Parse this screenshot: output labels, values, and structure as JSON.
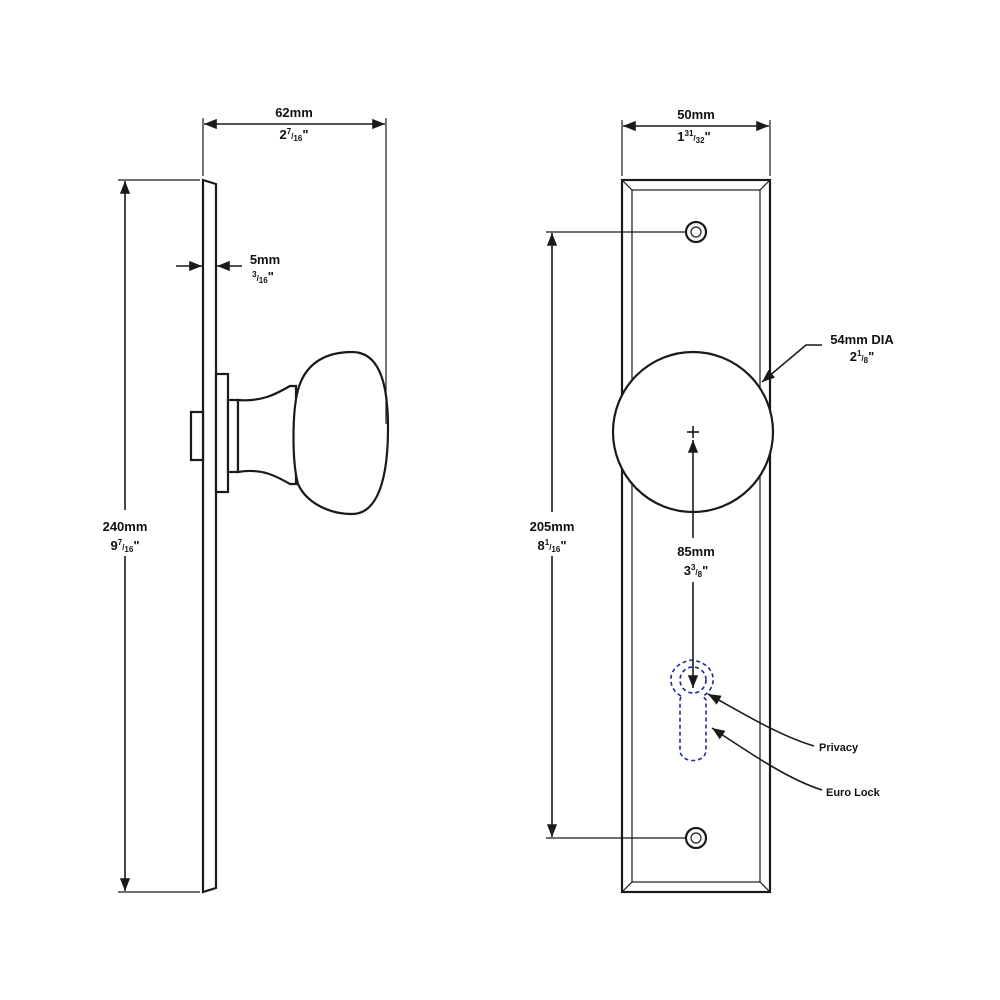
{
  "side_view": {
    "width_dim": {
      "metric": "62mm",
      "imperial_whole": "2",
      "imperial_num": "7",
      "imperial_den": "16",
      "inch_mark": "\""
    },
    "thickness_dim": {
      "metric": "5mm",
      "imperial_num": "3",
      "imperial_den": "16",
      "inch_mark": "\""
    },
    "height_dim": {
      "metric": "240mm",
      "imperial_whole": "9",
      "imperial_num": "7",
      "imperial_den": "16",
      "inch_mark": "\""
    }
  },
  "front_view": {
    "width_dim": {
      "metric": "50mm",
      "imperial_whole": "1",
      "imperial_num": "31",
      "imperial_den": "32",
      "inch_mark": "\""
    },
    "knob_dia": {
      "metric": "54mm DIA",
      "imperial_whole": "2",
      "imperial_num": "1",
      "imperial_den": "8",
      "inch_mark": "\""
    },
    "hole_spacing": {
      "metric": "205mm",
      "imperial_whole": "8",
      "imperial_num": "1",
      "imperial_den": "16",
      "inch_mark": "\""
    },
    "backset": {
      "metric": "85mm",
      "imperial_whole": "3",
      "imperial_num": "3",
      "imperial_den": "8",
      "inch_mark": "\""
    },
    "callouts": {
      "privacy": "Privacy",
      "euro_lock": "Euro Lock"
    }
  },
  "colors": {
    "line": "#1a1a1a",
    "dashed_cutout": "#1f2a9c"
  }
}
